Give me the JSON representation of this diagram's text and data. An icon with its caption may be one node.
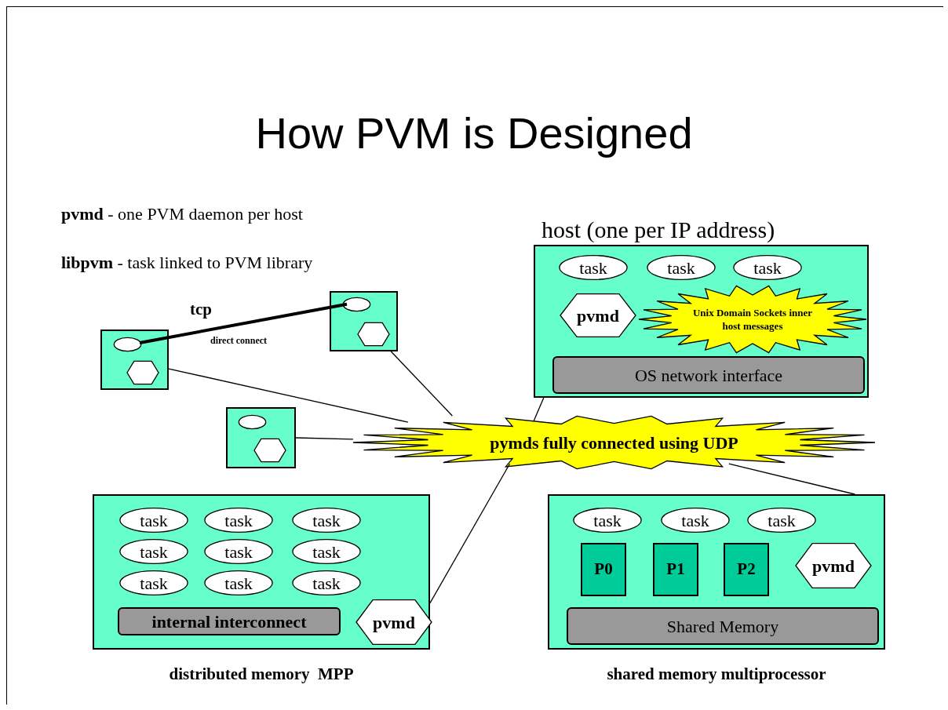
{
  "diagram": {
    "title": "How PVM is Designed",
    "nodes": [
      {
        "text": [
          "host (one per IP address)"
        ]
      },
      {
        "text": [
          "task"
        ],
        "in": 0
      },
      {
        "text": [
          "task"
        ],
        "in": 0
      },
      {
        "text": [
          "task"
        ],
        "in": 0
      },
      {
        "text": [
          "pvmd"
        ],
        "in": 0
      },
      {
        "text": [
          "Unix Domain Sockets inner host messages"
        ],
        "in": 0
      },
      {
        "text": [
          "OS network interface"
        ],
        "in": 0
      },
      {
        "text": [],
        "shape": "box"
      },
      {
        "text": [],
        "shape": "ellipse",
        "in": 7
      },
      {
        "text": [],
        "shape": "hexagon",
        "in": 7
      },
      {
        "text": [],
        "shape": "box"
      },
      {
        "text": [],
        "shape": "ellipse",
        "in": 10
      },
      {
        "text": [],
        "shape": "hexagon",
        "in": 10
      },
      {
        "text": [],
        "shape": "box"
      },
      {
        "text": [],
        "shape": "ellipse",
        "in": 13
      },
      {
        "text": [],
        "shape": "hexagon",
        "in": 13
      },
      {
        "text": [
          "pymds fully connected using UDP"
        ]
      },
      {
        "text": [],
        "shape": "box",
        "beside": [
          "distributed memory  MPP"
        ]
      },
      {
        "text": [
          "task"
        ],
        "in": 17
      },
      {
        "text": [
          "task"
        ],
        "in": 17
      },
      {
        "text": [
          "task"
        ],
        "in": 17
      },
      {
        "text": [
          "task"
        ],
        "in": 17
      },
      {
        "text": [
          "task"
        ],
        "in": 17
      },
      {
        "text": [
          "task"
        ],
        "in": 17
      },
      {
        "text": [
          "task"
        ],
        "in": 17
      },
      {
        "text": [
          "task"
        ],
        "in": 17
      },
      {
        "text": [
          "task"
        ],
        "in": 17
      },
      {
        "text": [
          "internal interconnect"
        ],
        "in": 17
      },
      {
        "text": [
          "pvmd"
        ],
        "in": 17
      },
      {
        "text": [],
        "shape": "box",
        "beside": [
          "shared memory multiprocessor"
        ]
      },
      {
        "text": [
          "task"
        ],
        "in": 29
      },
      {
        "text": [
          "task"
        ],
        "in": 29
      },
      {
        "text": [
          "task"
        ],
        "in": 29
      },
      {
        "text": [
          "P0"
        ],
        "in": 29
      },
      {
        "text": [
          "P1"
        ],
        "in": 29
      },
      {
        "text": [
          "P2"
        ],
        "in": 29
      },
      {
        "text": [
          "pvmd"
        ],
        "in": 29
      },
      {
        "text": [
          "Shared Memory"
        ],
        "in": 29
      }
    ],
    "edges": [
      {
        "from": 8,
        "to": 11,
        "arrow": "none",
        "label": "tcp",
        "style": "thick"
      },
      {
        "from": 7,
        "to": 16,
        "arrow": "none"
      },
      {
        "from": 10,
        "to": 16,
        "arrow": "none"
      },
      {
        "from": 13,
        "to": 16,
        "arrow": "none"
      },
      {
        "from": 0,
        "to": 16,
        "arrow": "none"
      },
      {
        "from": 17,
        "to": 16,
        "arrow": "none"
      },
      {
        "from": 29,
        "to": 16,
        "arrow": "none"
      }
    ],
    "labels": [
      "**pvmd** - one PVM daemon per host",
      "**libpvm** - task linked to PVM library",
      "direct connect"
    ]
  }
}
